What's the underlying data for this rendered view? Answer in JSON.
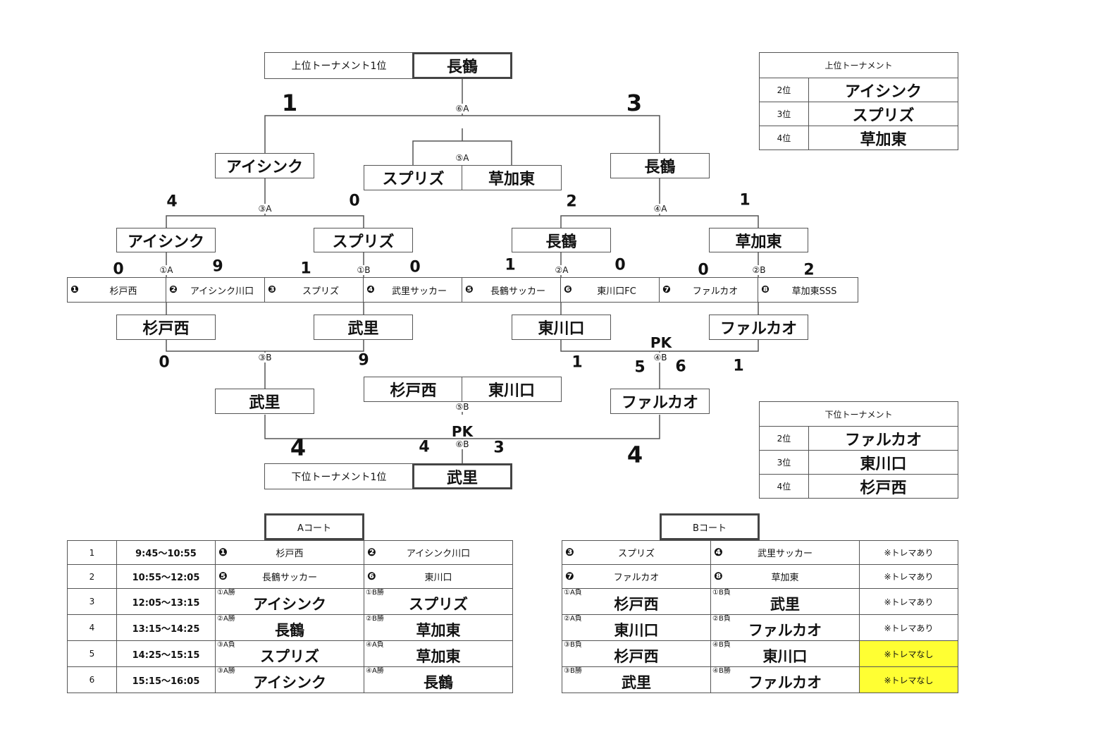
{
  "upper": {
    "winner_label": "上位トーナメント1位",
    "winner": "長鶴",
    "final": {
      "label": "⑥A",
      "score_left": "1",
      "score_right": "3",
      "left": "アイシンク",
      "right": "長鶴"
    },
    "third_place": {
      "label": "⑤A",
      "left": "スプリズ",
      "right": "草加東"
    },
    "semi_left": {
      "label": "③A",
      "score_left": "4",
      "score_right": "0",
      "left": "アイシンク",
      "right": "スプリズ"
    },
    "semi_right": {
      "label": "④A",
      "score_left": "2",
      "score_right": "1",
      "left": "長鶴",
      "right": "草加東"
    },
    "r1": [
      {
        "label": "①A",
        "score_left": "0",
        "score_right": "9"
      },
      {
        "label": "①B",
        "score_left": "1",
        "score_right": "0"
      },
      {
        "label": "②A",
        "score_left": "1",
        "score_right": "0"
      },
      {
        "label": "②B",
        "score_left": "0",
        "score_right": "2"
      }
    ]
  },
  "teams": [
    {
      "num": "❶",
      "name": "杉戸西"
    },
    {
      "num": "❷",
      "name": "アイシンク川口"
    },
    {
      "num": "❸",
      "name": "スプリズ"
    },
    {
      "num": "❹",
      "name": "武里サッカー"
    },
    {
      "num": "❺",
      "name": "長鶴サッカー"
    },
    {
      "num": "❻",
      "name": "東川口FC"
    },
    {
      "num": "❼",
      "name": "ファルカオ"
    },
    {
      "num": "❽",
      "name": "草加東SSS"
    }
  ],
  "lower": {
    "r1_losers": [
      "杉戸西",
      "武里",
      "東川口",
      "ファルカオ"
    ],
    "semi_left": {
      "label": "③B",
      "score_left": "0",
      "score_right": "9",
      "winner": "武里"
    },
    "semi_right": {
      "label": "④B",
      "pk": "PK",
      "score_left": "1",
      "score_right": "1",
      "pk_left": "5",
      "pk_right": "6",
      "winner": "ファルカオ"
    },
    "third_place": {
      "label": "⑤B",
      "left": "杉戸西",
      "right": "東川口"
    },
    "final": {
      "label": "⑥B",
      "pk": "PK",
      "score_left": "4",
      "score_right": "4",
      "pk_left": "4",
      "pk_right": "3"
    },
    "winner_label": "下位トーナメント1位",
    "winner": "武里"
  },
  "upper_results": {
    "title": "上位トーナメント",
    "rows": [
      {
        "place": "2位",
        "team": "アイシンク"
      },
      {
        "place": "3位",
        "team": "スプリズ"
      },
      {
        "place": "4位",
        "team": "草加東"
      }
    ]
  },
  "lower_results": {
    "title": "下位トーナメント",
    "rows": [
      {
        "place": "2位",
        "team": "ファルカオ"
      },
      {
        "place": "3位",
        "team": "東川口"
      },
      {
        "place": "4位",
        "team": "杉戸西"
      }
    ]
  },
  "court_a": {
    "title": "Aコート",
    "rows": [
      {
        "no": "1",
        "time": "9:45～10:55",
        "home_num": "❶",
        "home": "杉戸西",
        "away_num": "❷",
        "away": "アイシンク川口"
      },
      {
        "no": "2",
        "time": "10:55～12:05",
        "home_num": "❺",
        "home": "長鶴サッカー",
        "away_num": "❻",
        "away": "東川口"
      },
      {
        "no": "3",
        "time": "12:05～13:15",
        "home_tag": "①A勝",
        "home": "アイシンク",
        "away_tag": "①B勝",
        "away": "スプリズ"
      },
      {
        "no": "4",
        "time": "13:15～14:25",
        "home_tag": "②A勝",
        "home": "長鶴",
        "away_tag": "②B勝",
        "away": "草加東"
      },
      {
        "no": "5",
        "time": "14:25～15:15",
        "home_tag": "③A負",
        "home": "スプリズ",
        "away_tag": "④A負",
        "away": "草加東"
      },
      {
        "no": "6",
        "time": "15:15～16:05",
        "home_tag": "③A勝",
        "home": "アイシンク",
        "away_tag": "④A勝",
        "away": "長鶴"
      }
    ]
  },
  "court_b": {
    "title": "Bコート",
    "rows": [
      {
        "home_num": "❸",
        "home": "スプリズ",
        "away_num": "❹",
        "away": "武里サッカー",
        "note": "※トレマあり"
      },
      {
        "home_num": "❼",
        "home": "ファルカオ",
        "away_num": "❽",
        "away": "草加東",
        "note": "※トレマあり"
      },
      {
        "home_tag": "①A負",
        "home": "杉戸西",
        "away_tag": "①B負",
        "away": "武里",
        "note": "※トレマあり"
      },
      {
        "home_tag": "②A負",
        "home": "東川口",
        "away_tag": "②B負",
        "away": "ファルカオ",
        "note": "※トレマあり"
      },
      {
        "home_tag": "③B負",
        "home": "杉戸西",
        "away_tag": "④B負",
        "away": "東川口",
        "note": "※トレマなし"
      },
      {
        "home_tag": "③B勝",
        "home": "武里",
        "away_tag": "④B勝",
        "away": "ファルカオ",
        "note": "※トレマなし"
      }
    ]
  },
  "colors": {
    "line": "#555555",
    "highlight": "#ffff33"
  }
}
